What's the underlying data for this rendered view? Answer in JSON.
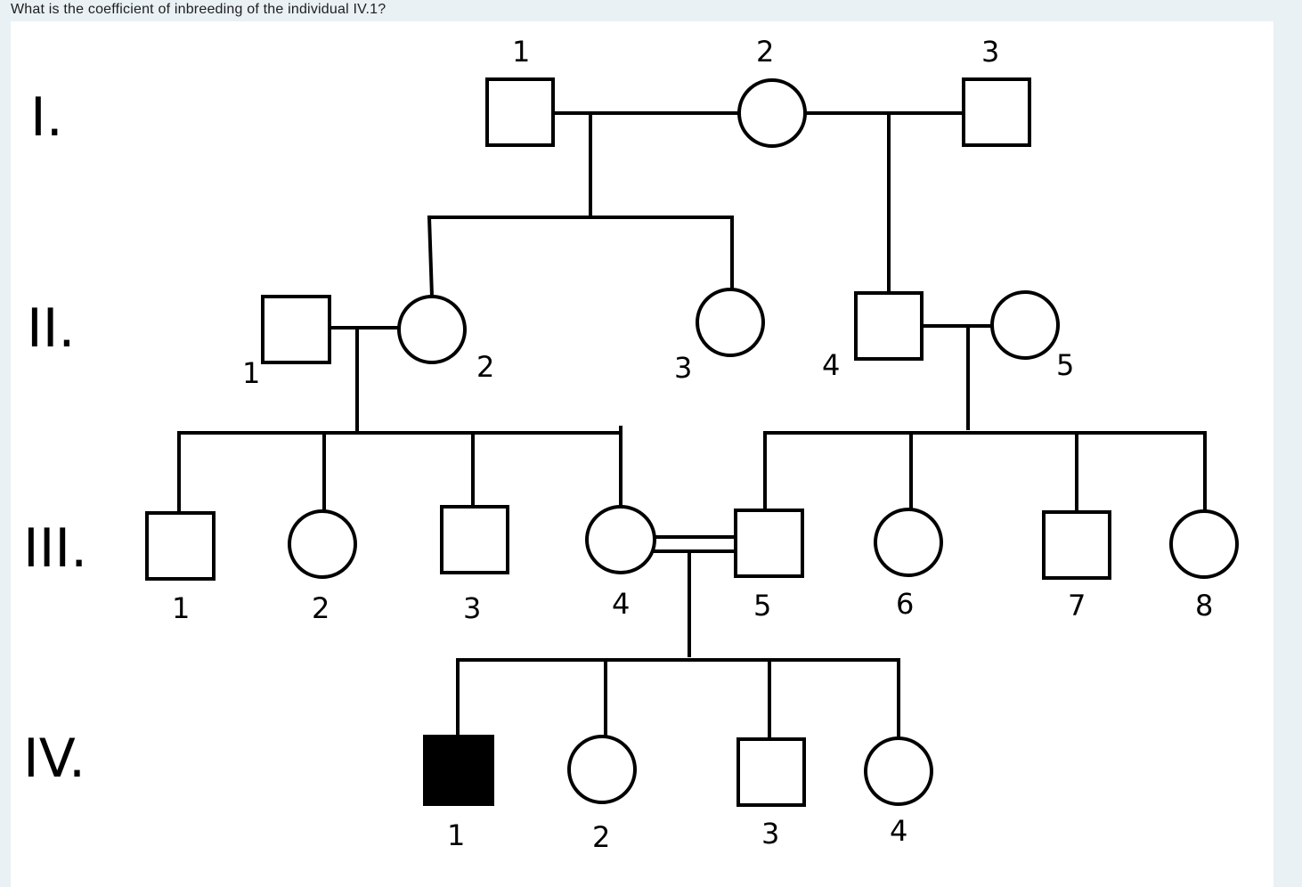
{
  "question": "What is the coefficient of inbreeding of the individual IV.1?",
  "generations": [
    {
      "id": "I",
      "label": "I."
    },
    {
      "id": "II",
      "label": "II."
    },
    {
      "id": "III",
      "label": "III."
    },
    {
      "id": "IV",
      "label": "IV."
    }
  ],
  "individuals": [
    {
      "id": "I.1",
      "number": "1",
      "sex": "male",
      "affected": false
    },
    {
      "id": "I.2",
      "number": "2",
      "sex": "female",
      "affected": false
    },
    {
      "id": "I.3",
      "number": "3",
      "sex": "male",
      "affected": false
    },
    {
      "id": "II.1",
      "number": "1",
      "sex": "male",
      "affected": false
    },
    {
      "id": "II.2",
      "number": "2",
      "sex": "female",
      "affected": false
    },
    {
      "id": "II.3",
      "number": "3",
      "sex": "female",
      "affected": false
    },
    {
      "id": "II.4",
      "number": "4",
      "sex": "male",
      "affected": false
    },
    {
      "id": "II.5",
      "number": "5",
      "sex": "female",
      "affected": false
    },
    {
      "id": "III.1",
      "number": "1",
      "sex": "male",
      "affected": false
    },
    {
      "id": "III.2",
      "number": "2",
      "sex": "female",
      "affected": false
    },
    {
      "id": "III.3",
      "number": "3",
      "sex": "male",
      "affected": false
    },
    {
      "id": "III.4",
      "number": "4",
      "sex": "female",
      "affected": false
    },
    {
      "id": "III.5",
      "number": "5",
      "sex": "male",
      "affected": false
    },
    {
      "id": "III.6",
      "number": "6",
      "sex": "female",
      "affected": false
    },
    {
      "id": "III.7",
      "number": "7",
      "sex": "male",
      "affected": false
    },
    {
      "id": "III.8",
      "number": "8",
      "sex": "female",
      "affected": false
    },
    {
      "id": "IV.1",
      "number": "1",
      "sex": "male",
      "affected": true
    },
    {
      "id": "IV.2",
      "number": "2",
      "sex": "female",
      "affected": false
    },
    {
      "id": "IV.3",
      "number": "3",
      "sex": "male",
      "affected": false
    },
    {
      "id": "IV.4",
      "number": "4",
      "sex": "female",
      "affected": false
    }
  ],
  "unions": [
    {
      "partners": [
        "I.1",
        "I.2"
      ],
      "consanguineous": false,
      "children": [
        "II.2",
        "II.3"
      ]
    },
    {
      "partners": [
        "I.2",
        "I.3"
      ],
      "consanguineous": false,
      "children": [
        "II.4"
      ]
    },
    {
      "partners": [
        "II.1",
        "II.2"
      ],
      "consanguineous": false,
      "children": [
        "III.1",
        "III.2",
        "III.3",
        "III.4"
      ]
    },
    {
      "partners": [
        "II.4",
        "II.5"
      ],
      "consanguineous": false,
      "children": [
        "III.5",
        "III.6",
        "III.7",
        "III.8"
      ]
    },
    {
      "partners": [
        "III.4",
        "III.5"
      ],
      "consanguineous": true,
      "children": [
        "IV.1",
        "IV.2",
        "IV.3",
        "IV.4"
      ]
    }
  ]
}
